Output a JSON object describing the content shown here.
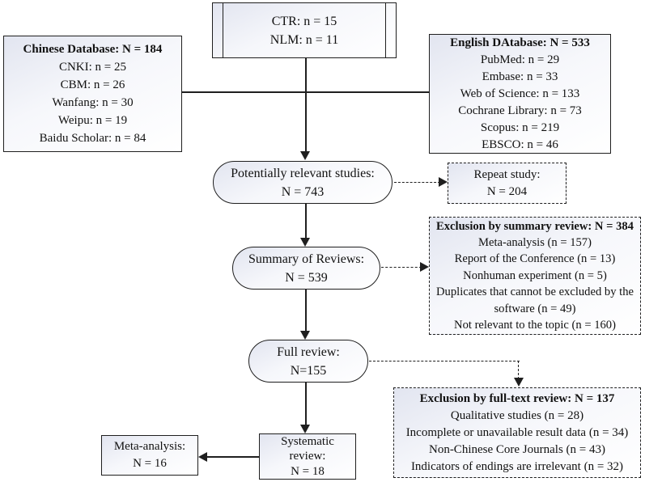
{
  "registries_box": {
    "lines": [
      "CTR: n = 15",
      "NLM: n = 11"
    ]
  },
  "chinese_db_box": {
    "title": "Chinese Database: N = 184",
    "lines": [
      "CNKI: n = 25",
      "CBM: n = 26",
      "Wanfang: n = 30",
      "Weipu: n = 19",
      "Baidu Scholar: n = 84"
    ]
  },
  "english_db_box": {
    "title": "English DAtabase: N = 533",
    "lines": [
      "PubMed: n = 29",
      "Embase: n = 33",
      "Web of Science: n = 133",
      "Cochrane Library: n = 73",
      "Scopus: n = 219",
      "EBSCO: n = 46"
    ]
  },
  "potentially_relevant_box": {
    "lines": [
      "Potentially relevant studies:",
      "N = 743"
    ]
  },
  "repeat_study_box": {
    "lines": [
      "Repeat study:",
      "N = 204"
    ]
  },
  "summary_reviews_box": {
    "lines": [
      "Summary of Reviews:",
      "N = 539"
    ]
  },
  "exclusion_summary_box": {
    "title": "Exclusion by summary review: N = 384",
    "lines": [
      "Meta-analysis (n = 157)",
      "Report of the Conference (n = 13)",
      "Nonhuman experiment (n = 5)",
      "Duplicates that cannot be excluded by the software (n = 49)",
      "Not relevant to the topic (n = 160)"
    ]
  },
  "full_review_box": {
    "lines": [
      "Full review:",
      "N=155"
    ]
  },
  "exclusion_fulltext_box": {
    "title": "Exclusion by full-text review: N = 137",
    "lines": [
      "Qualitative studies (n = 28)",
      "Incomplete or unavailable result data (n = 34)",
      "Non-Chinese Core Journals (n = 43)",
      "Indicators of endings are irrelevant (n = 32)"
    ]
  },
  "systematic_review_box": {
    "lines": [
      "Systematic",
      "review:",
      "N = 18"
    ]
  },
  "meta_analysis_box": {
    "lines": [
      "Meta-analysis:",
      "N = 16"
    ]
  },
  "colors": {
    "line": "#1f1f1f",
    "fill_top": "#e2e5f0",
    "fill_bottom": "#ffffff"
  }
}
